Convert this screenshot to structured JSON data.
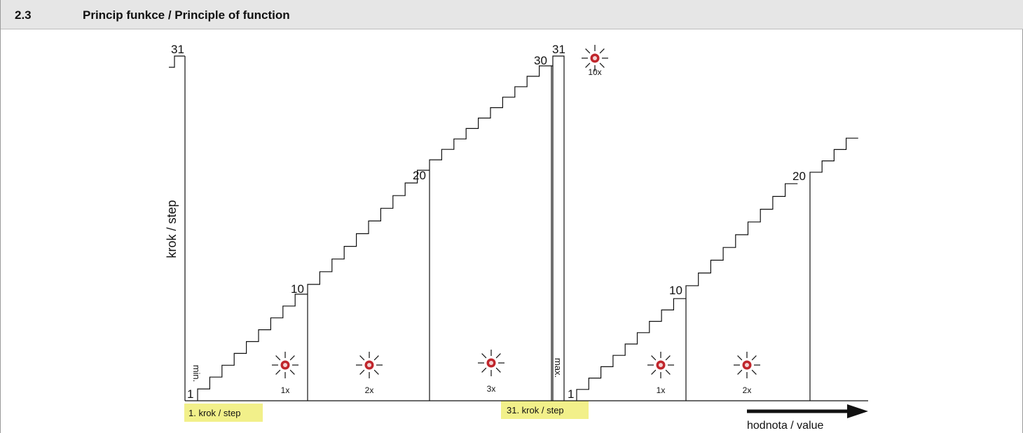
{
  "section": {
    "number": "2.3",
    "title": "Princip funkce / Principle of function"
  },
  "diagram": {
    "y_axis_label": "krok / step",
    "x_axis_label": "hodnota / value",
    "min_label": "min.",
    "max_label": "max.",
    "first_step_label": "1. krok / step",
    "last_step_label": "31. krok / step",
    "highlight_color": "#f2f08a",
    "blink_color": "#c0262c",
    "level_labels": {
      "prefix_top": "31",
      "one": "1",
      "ten": "10",
      "twenty": "20",
      "thirty": "30",
      "thirty_one": "31",
      "restart_one": "1",
      "restart_ten": "10",
      "restart_twenty": "20"
    },
    "blink_counts": [
      "1x",
      "2x",
      "3x",
      "10x",
      "1x",
      "2x"
    ]
  }
}
